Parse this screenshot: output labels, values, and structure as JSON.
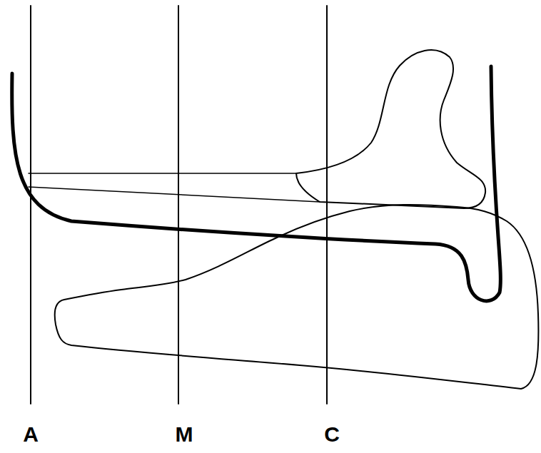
{
  "diagram": {
    "labels": [
      "A",
      "M",
      "C"
    ]
  }
}
